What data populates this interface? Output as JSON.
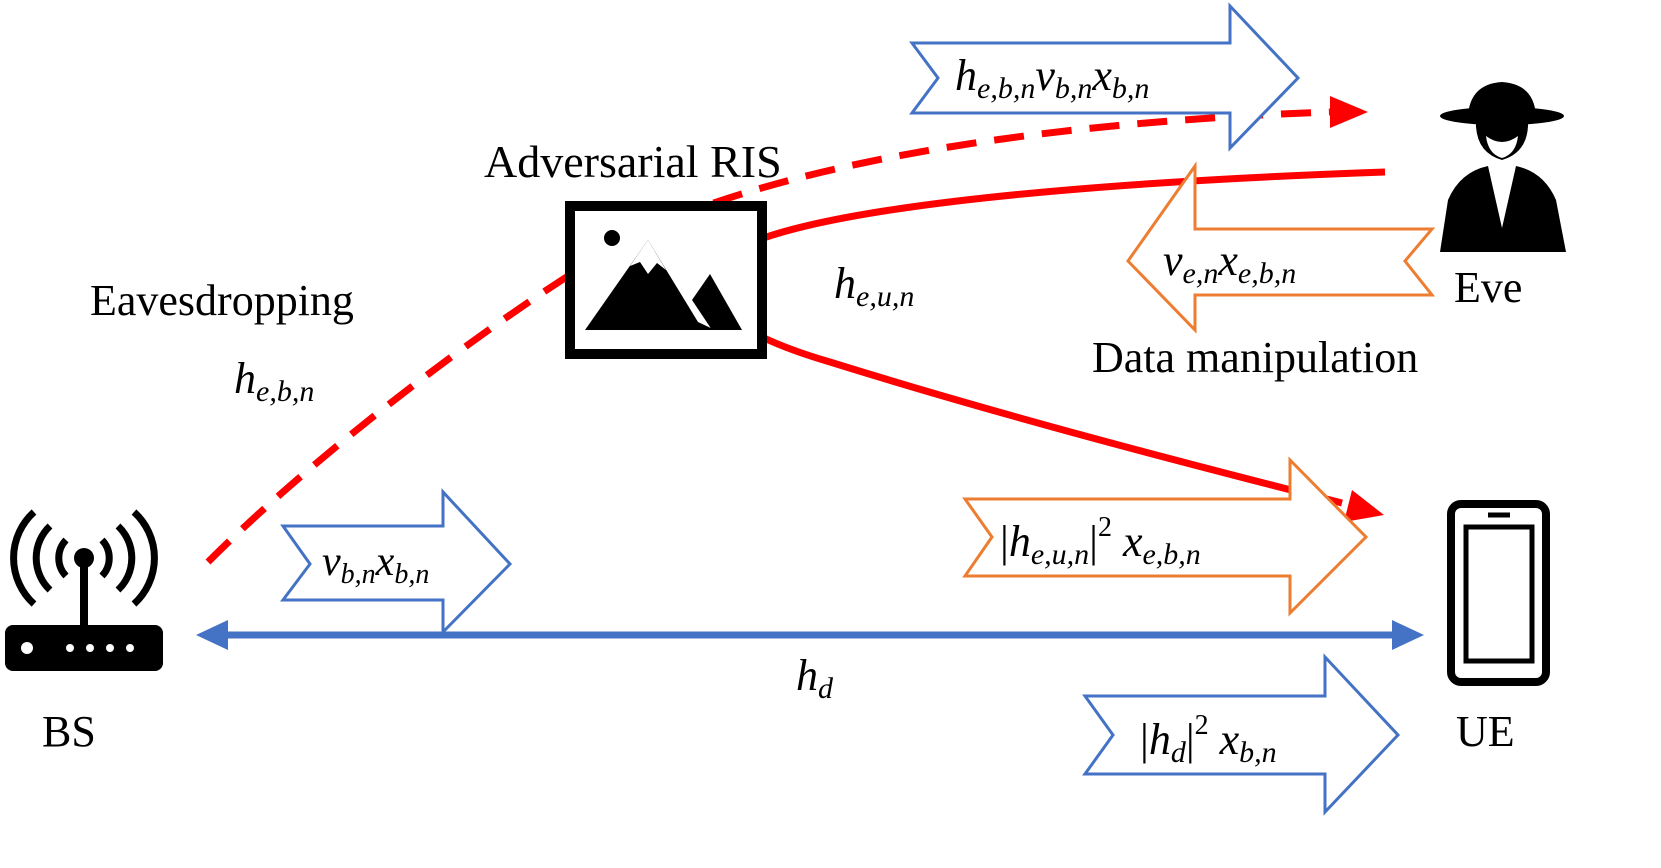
{
  "nodes": {
    "bs": "BS",
    "ue": "UE",
    "eve": "Eve",
    "ris": "Adversarial RIS"
  },
  "annotations": {
    "eavesdropping": "Eavesdropping",
    "data_manipulation": "Data manipulation"
  },
  "channels": {
    "h_ebn": {
      "base": "h",
      "sub": "e,b,n"
    },
    "h_eun": {
      "base": "h",
      "sub": "e,u,n"
    },
    "h_d": {
      "base": "h",
      "sub": "d"
    }
  },
  "signals": {
    "eve_received": "h_{e,b,n} v_{b,n} x_{b,n}",
    "eve_transmit": "v_{e,n} x_{e,b,n}",
    "bs_transmit": "v_{b,n} x_{b,n}",
    "ue_manipulated": "|h_{e,u,n}|^2 x_{e,b,n}",
    "ue_direct": "|h_d|^2 x_{b,n}"
  },
  "icons": [
    "router-icon",
    "smartphone-icon",
    "spy-icon",
    "image-icon"
  ],
  "colors": {
    "eavesdrop_path": "#ff0000",
    "manipulation_path": "#ff0000",
    "direct_link": "#4472c4",
    "blue_arrow": "#4472c4",
    "orange_arrow": "#ed7d31"
  }
}
